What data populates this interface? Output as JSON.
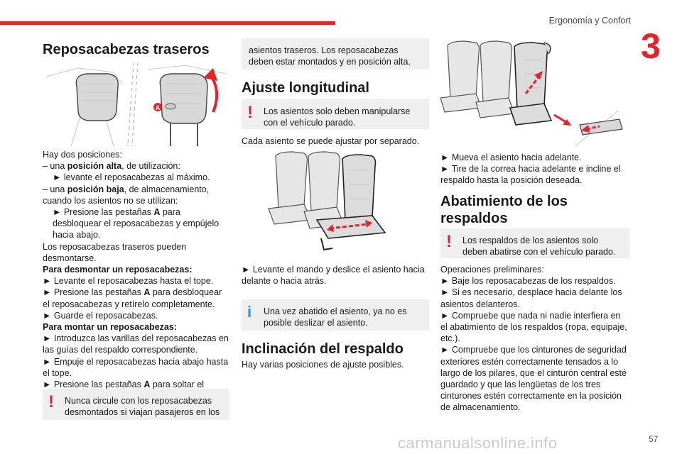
{
  "header": {
    "section": "Ergonomía y Confort",
    "chapter": "3",
    "page": "57",
    "accent": "#e3242b",
    "info_color": "#2f8fd8"
  },
  "col1": {
    "title": "Reposacabezas traseros",
    "figure_label": "A",
    "lines": [
      "Hay dos posiciones:",
      "– una ",
      "posición alta",
      ", de utilización:",
      "► levante el reposacabezas al máximo.",
      "– una ",
      "posición baja",
      ", de almacenamiento, cuando los asientos no se utilizan:",
      "► Presione las pestañas ",
      "A",
      " para desbloquear el reposacabezas y empújelo hacia abajo.",
      "Los reposacabezas traseros pueden desmontarse.",
      "Para desmontar un reposacabezas:",
      "► Levante el reposacabezas hasta el tope.",
      "► Presione las pestañas ",
      "A",
      " para desbloquear el reposacabezas y retírelo completamente.",
      "► Guarde el reposacabezas.",
      "Para montar un reposacabezas:",
      "► Introduzca las varillas del reposacabezas en las guías del respaldo correspondiente.",
      "► Empuje el reposacabezas hacia abajo hasta el tope.",
      "► Presione las pestañas ",
      "A",
      " para soltar el reposacabezas y empújelo hacia abajo."
    ],
    "warning": "Nunca circule con los reposacabezas desmontados si viajan pasajeros en los"
  },
  "col2": {
    "warning_cont": "asientos traseros. Los reposacabezas deben estar montados y en posición alta.",
    "title1": "Ajuste longitudinal",
    "warning": "Los asientos solo deben manipularse con el vehículo parado.",
    "intro": "Cada asiento se puede ajustar por separado.",
    "step": "► Levante el mando y deslice el asiento hacia delante o hacia atrás.",
    "info": "Una vez abatido el asiento, ya no es posible deslizar el asiento.",
    "title2": "Inclinación del respaldo",
    "intro2": "Hay varias posiciones de ajuste posibles."
  },
  "col3": {
    "step1": "► Mueva el asiento hacia adelante.",
    "step2": "► Tire de la correa hacia adelante e incline el respaldo hasta la posición deseada.",
    "title": "Abatimiento de los respaldos",
    "warning": "Los respaldos de los asientos solo deben abatirse con el vehículo parado.",
    "pre": "Operaciones preliminares:",
    "p1": "► Baje los reposacabezas de los respaldos.",
    "p2": "► Si es necesario, desplace hacia delante los asientos delanteros.",
    "p3": "► Compruebe que nada ni nadie interfiera en el abatimiento de los respaldos (ropa, equipaje, etc.).",
    "p4": "► Compruebe que los cinturones de seguridad exteriores estén correctamente tensados a lo largo de los pilares, que el cinturón central esté guardado y que las lengüetas de los tres cinturones estén correctamente en la posición de almacenamiento."
  },
  "watermark": "carmanualsonline.info"
}
